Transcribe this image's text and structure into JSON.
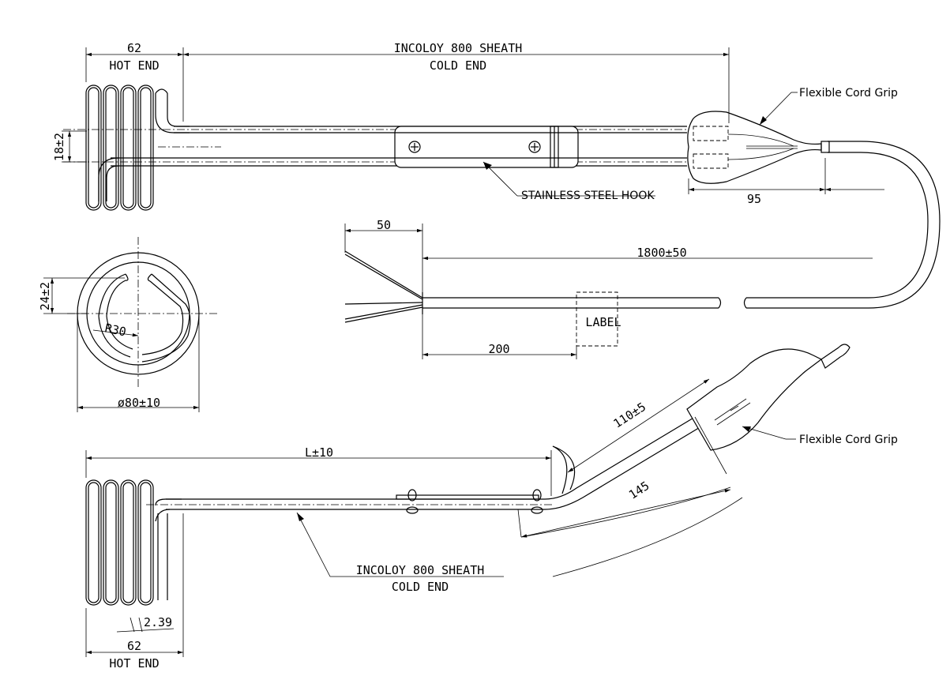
{
  "labels": {
    "top_hot_dim": "62",
    "top_hot_label": "HOT END",
    "top_sheath": "INCOLOY 800 SHEATH",
    "top_cold": "COLD END",
    "top_spacing": "18±2",
    "hook_label": "STAINLESS STEEL HOOK",
    "grip_top": "Flexible Cord Grip",
    "grip_len": "95",
    "strip_len": "50",
    "cord_len": "1800±50",
    "label_box": "LABEL",
    "label_pos": "200",
    "end_spacing": "24±2",
    "radius": "R30",
    "diameter": "ø80±10",
    "bottom_len": "L±10",
    "bend_len": "110±5",
    "bend_total": "145",
    "grip_bottom": "Flexible Cord Grip",
    "bottom_sheath": "INCOLOY 800 SHEATH",
    "bottom_cold": "COLD END",
    "wire_dia": "2.39",
    "bottom_hot_dim": "62",
    "bottom_hot_label": "HOT END"
  }
}
